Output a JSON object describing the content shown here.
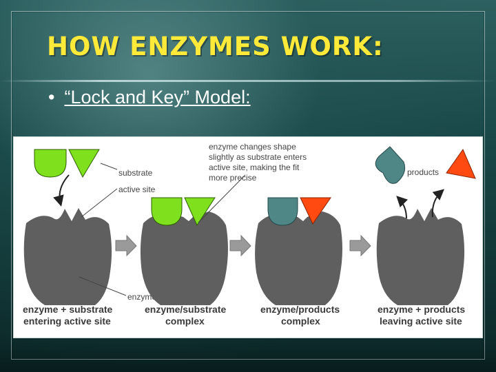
{
  "slide": {
    "title": "HOW ENZYMES WORK:",
    "bullet_symbol": "•",
    "bullet_text": "“Lock and Key” Model:"
  },
  "diagram": {
    "labels": {
      "substrate": "substrate",
      "active_site": "active site",
      "enzyme": "enzyme",
      "products": "products",
      "shape_change_line1": "enzyme changes shape",
      "shape_change_line2": "slightly as substrate enters",
      "shape_change_line3": "active site, making the fit",
      "shape_change_line4": "more precise"
    },
    "captions": [
      {
        "line1": "enzyme + substrate",
        "line2": "entering active site"
      },
      {
        "line1": "enzyme/substrate",
        "line2": "complex"
      },
      {
        "line1": "enzyme/products",
        "line2": "complex"
      },
      {
        "line1": "enzyme + products",
        "line2": "leaving active site"
      }
    ],
    "colors": {
      "enzyme": "#5f5f5f",
      "substrate": "#7fe01e",
      "product_round": "#4f8686",
      "product_triangle": "#ff4a12",
      "arrow": "#9a9a9a"
    }
  }
}
